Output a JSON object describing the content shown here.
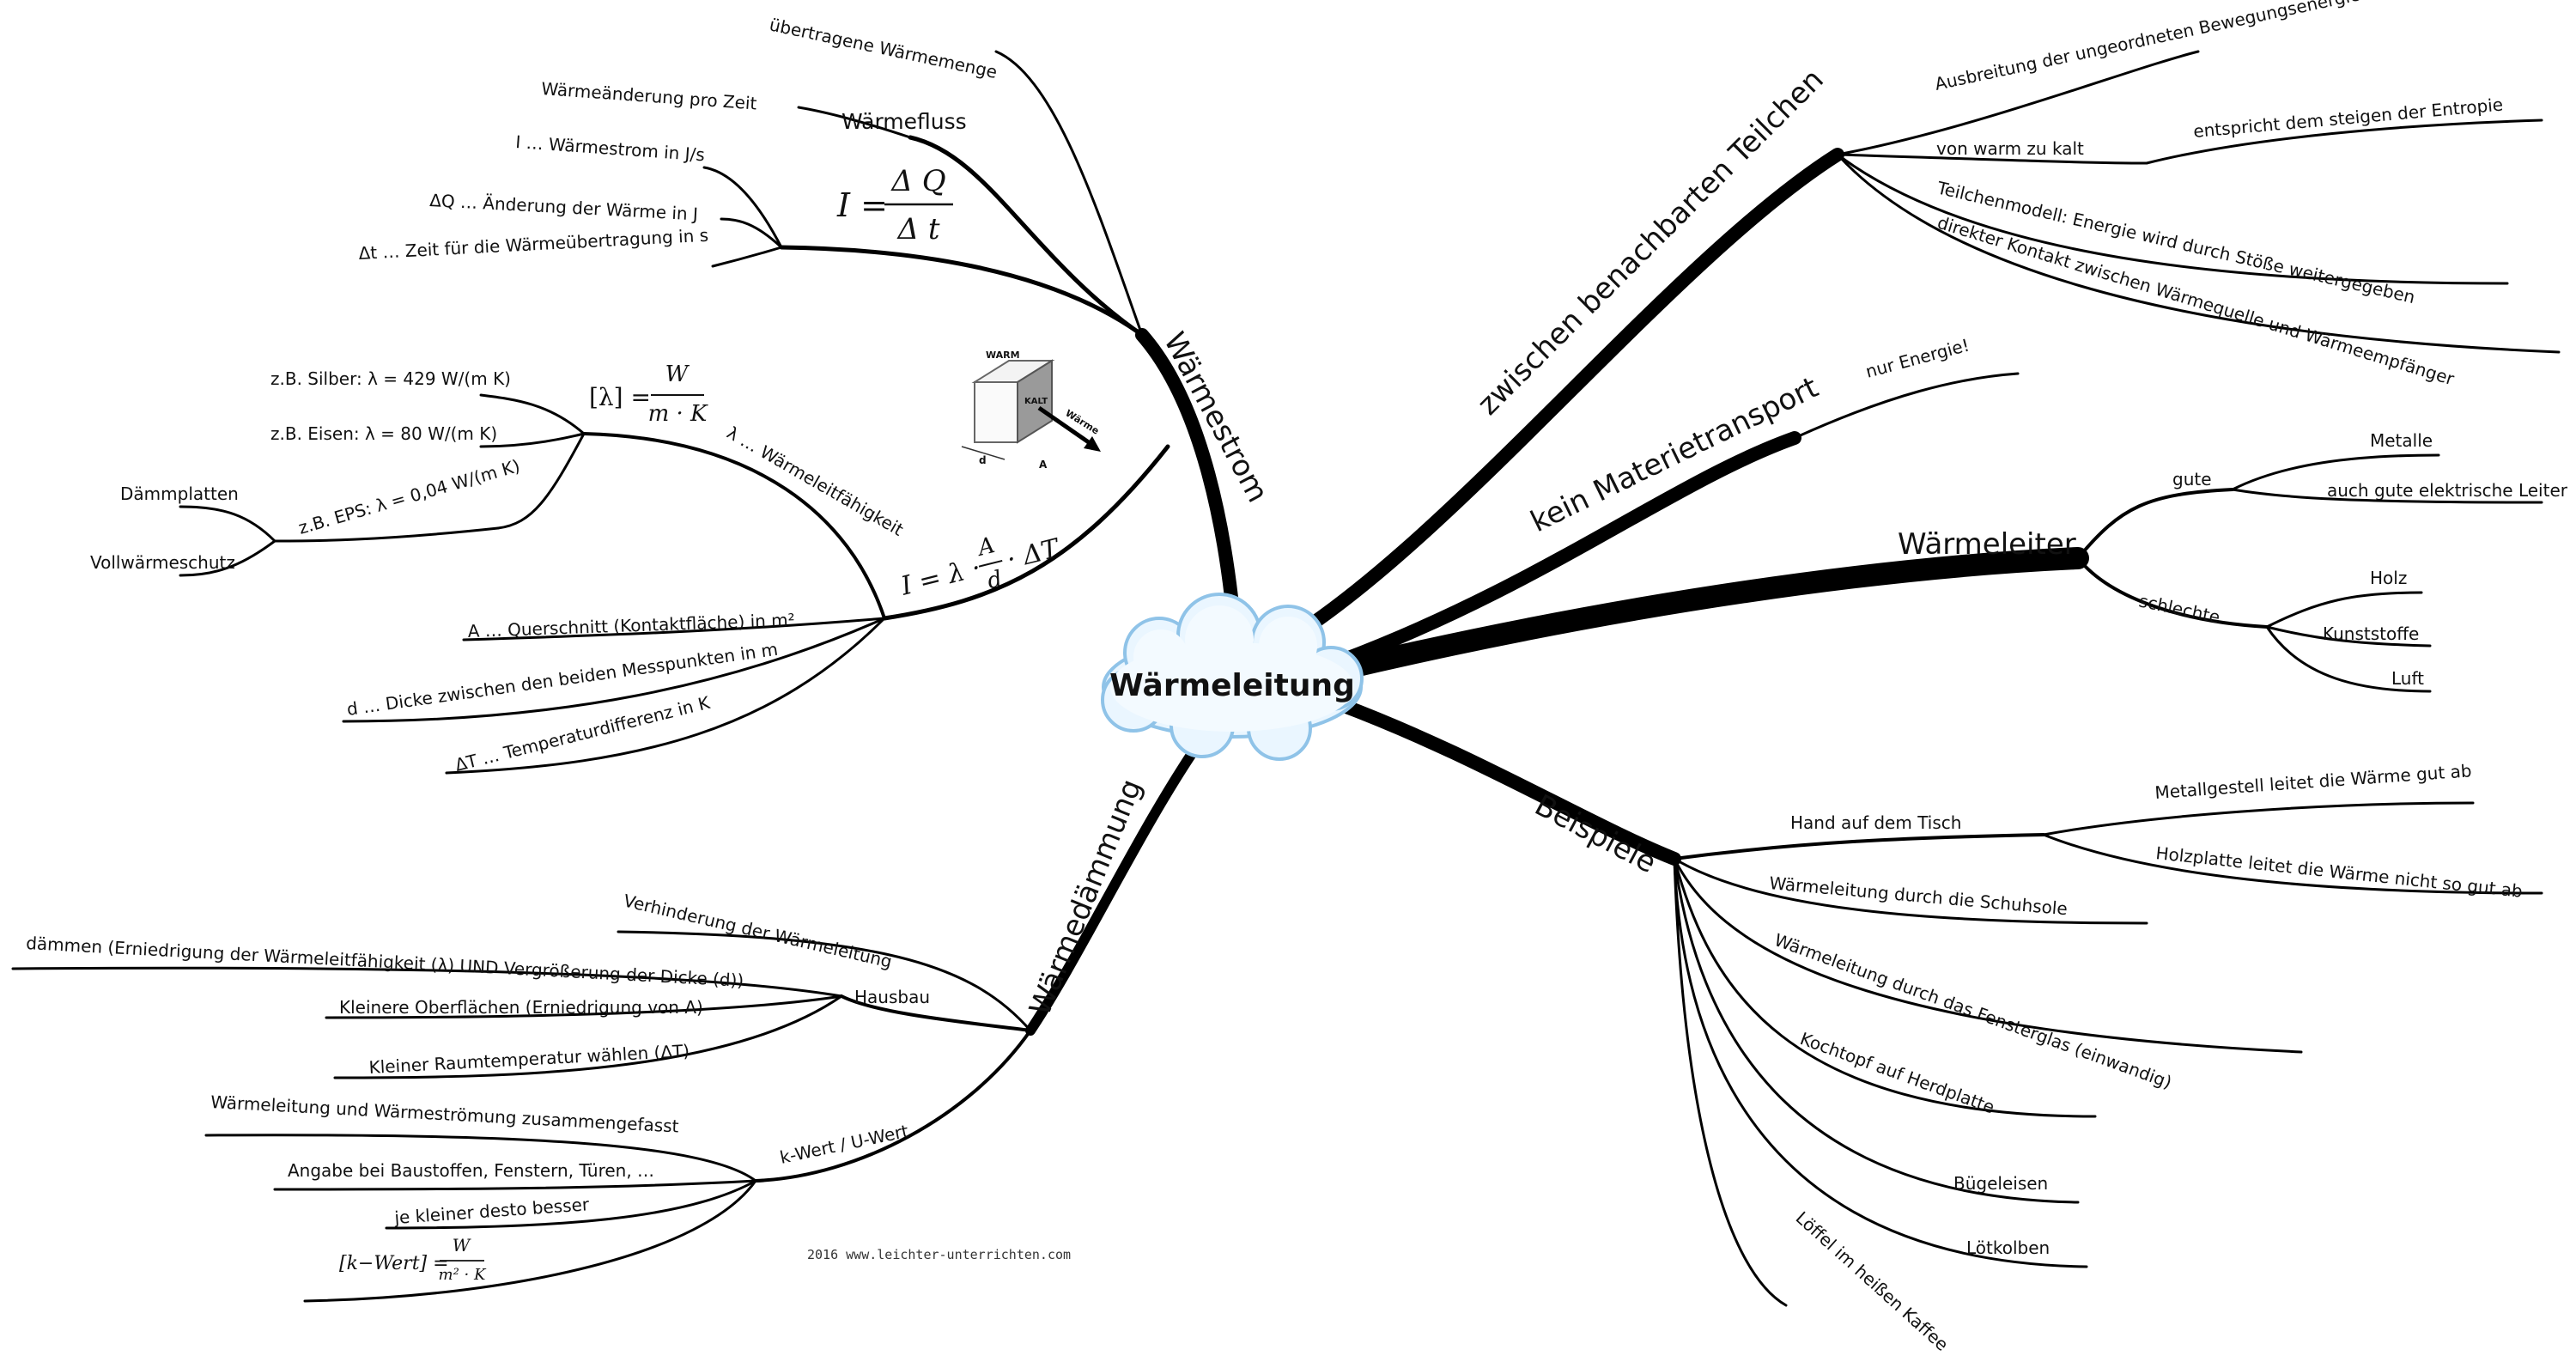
{
  "center": {
    "label": "Wärmeleitung"
  },
  "branches": {
    "waermestrom": {
      "label": "Wärmestrom",
      "waermefluss": {
        "label": "Wärmefluss",
        "items": [
          "übertragene Wärmemenge",
          "Wärmeänderung pro Zeit"
        ],
        "formula": {
          "lhs": "I =",
          "num": "Δ Q",
          "den": "Δ t"
        }
      },
      "formula_terms": [
        "I … Wärmestrom in J/s",
        "ΔQ … Änderung der Wärme in J",
        "Δt … Zeit für die Wärmeübertragung in s"
      ],
      "lambda": {
        "label": "λ … Wärmeleitfähigkeit",
        "unit_formula": {
          "lhs": "[λ] =",
          "num": "W",
          "den": "m · K"
        },
        "examples": [
          "z.B. Silber: λ = 429 W/(m K)",
          "z.B. Eisen: λ = 80 W/(m K)",
          "z.B. EPS: λ = 0,04 W/(m K)"
        ],
        "eps_sub": [
          "Dämmplatten",
          "Vollwärmeschutz"
        ]
      },
      "main_formula": {
        "lhs": "I = λ ·",
        "num": "A",
        "den": "d",
        "rhs": "· ΔT"
      },
      "terms": [
        "A … Querschnitt (Kontaktfläche) in m²",
        "d … Dicke zwischen den beiden Messpunkten in m",
        "ΔT … Temperaturdifferenz in K"
      ],
      "cube": {
        "warm": "WARM",
        "kalt": "KALT",
        "arrow": "Wärme",
        "d": "d",
        "a": "A"
      }
    },
    "daemmung": {
      "label": "Wärmedämmung",
      "items": [
        "Verhinderung der Wärmeleitung"
      ],
      "hausbau": {
        "label": "Hausbau",
        "items": [
          "dämmen (Erniedrigung der Wärmeleitfähigkeit (λ) UND Vergrößerung der Dicke (d))",
          "Kleinere Oberflächen (Erniedrigung von A)",
          "Kleiner Raumtemperatur wählen (ΔT)"
        ]
      },
      "kwert": {
        "label": "k-Wert / U-Wert",
        "items": [
          "Wärmeleitung und Wärmeströmung zusammengefasst",
          "Angabe bei Baustoffen, Fenstern, Türen, …",
          "je kleiner desto besser"
        ],
        "formula": {
          "lhs": "[k−Wert] =",
          "num": "W",
          "den": "m² · K"
        }
      }
    },
    "teilchen": {
      "label": "zwischen benachbarten Teilchen",
      "items": [
        "Ausbreitung der ungeordneten Bewegungsenergie im Körper",
        "von warm zu kalt",
        "Teilchenmodell: Energie wird durch Stöße weitergegeben",
        "direkter Kontakt zwischen Wärmequelle und Wärmeempfänger"
      ],
      "entropie": "entspricht dem steigen der Entropie"
    },
    "materie": {
      "label": "kein Materietransport",
      "items": [
        "nur Energie!"
      ]
    },
    "leiter": {
      "label": "Wärmeleiter",
      "gute": {
        "label": "gute",
        "items": [
          "Metalle",
          "auch gute elektrische Leiter"
        ]
      },
      "schlechte": {
        "label": "schlechte",
        "items": [
          "Holz",
          "Kunststoffe",
          "Luft"
        ]
      }
    },
    "beispiele": {
      "label": "Beispiele",
      "tisch": {
        "label": "Hand auf dem Tisch",
        "items": [
          "Metallgestell leitet die Wärme gut ab",
          "Holzplatte leitet die Wärme nicht so gut ab"
        ]
      },
      "items": [
        "Wärmeleitung durch die Schuhsole",
        "Wärmeleitung durch das Fensterglas (einwandig)",
        "Kochtopf auf Herdplatte",
        "Bügeleisen",
        "Lötkolben",
        "Löffel im heißen Kaffee"
      ]
    }
  },
  "footer": "2016 www.leichter-unterrichten.com"
}
